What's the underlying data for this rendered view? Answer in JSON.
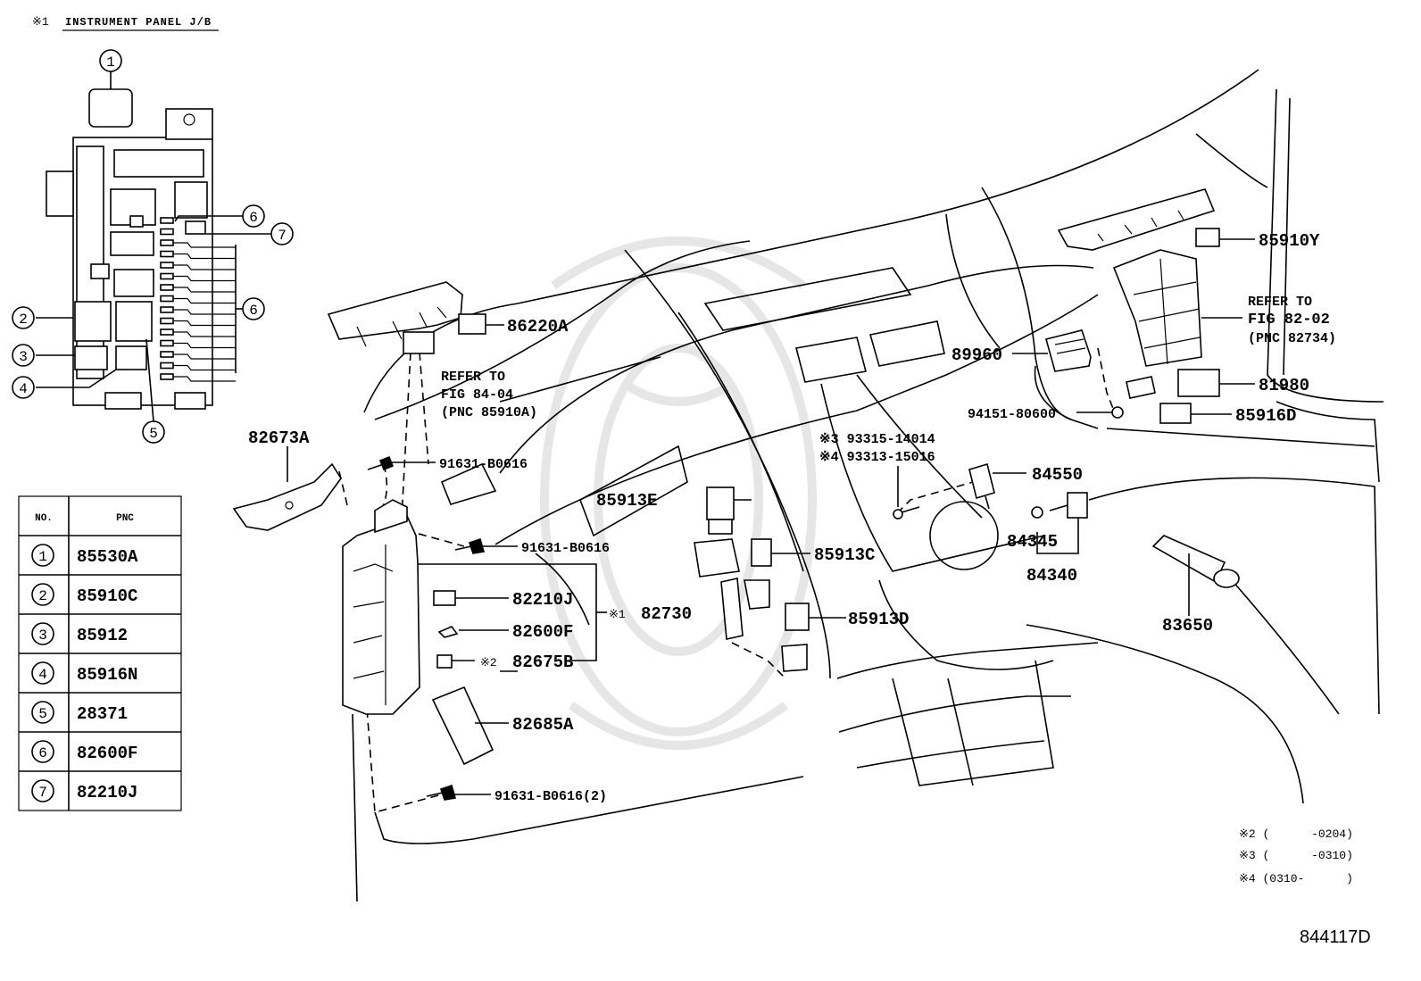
{
  "header": {
    "note_mark": "※1",
    "title": "INSTRUMENT PANEL J/B"
  },
  "jb_callouts": [
    "1",
    "2",
    "3",
    "4",
    "5",
    "6",
    "7",
    "6"
  ],
  "table": {
    "headers": {
      "no": "NO.",
      "pnc": "PNC"
    },
    "rows": [
      {
        "no": "1",
        "pnc": "85530A"
      },
      {
        "no": "2",
        "pnc": "85910C"
      },
      {
        "no": "3",
        "pnc": "85912"
      },
      {
        "no": "4",
        "pnc": "85916N"
      },
      {
        "no": "5",
        "pnc": "28371"
      },
      {
        "no": "6",
        "pnc": "82600F"
      },
      {
        "no": "7",
        "pnc": "82210J"
      }
    ]
  },
  "labels": {
    "p86220A": "86220A",
    "ref1_line1": "REFER TO",
    "ref1_line2": "FIG  84-04",
    "ref1_line3": "(PNC 85910A)",
    "p82673A": "82673A",
    "bolt1": "91631-B0616",
    "bolt2": "91631-B0616",
    "bolt3": "91631-B0616(2)",
    "p85913E": "85913E",
    "p85913C": "85913C",
    "p85913D": "85913D",
    "p82210J": "82210J",
    "p82600F": "82600F",
    "p82675B": "82675B",
    "mark2": "※2",
    "mark1": "※1",
    "p82730": "82730",
    "p82685A": "82685A",
    "p89960": "89960",
    "p94151": "94151-80600",
    "screw_a": "※3 93315-14014",
    "screw_b": "※4 93313-15016",
    "p84550": "84550",
    "p84345": "84345",
    "p84340": "84340",
    "p83650": "83650",
    "p85910Y": "85910Y",
    "ref2_line1": "REFER TO",
    "ref2_line2": "FIG  82-02",
    "ref2_line3": "(PNC 82734)",
    "p81980": "81980",
    "p85916D": "85916D"
  },
  "footnotes": {
    "n2": "※2 (      -0204)",
    "n3": "※3 (      -0310)",
    "n4": "※4 (0310-      )"
  },
  "figure_id": "844117D"
}
